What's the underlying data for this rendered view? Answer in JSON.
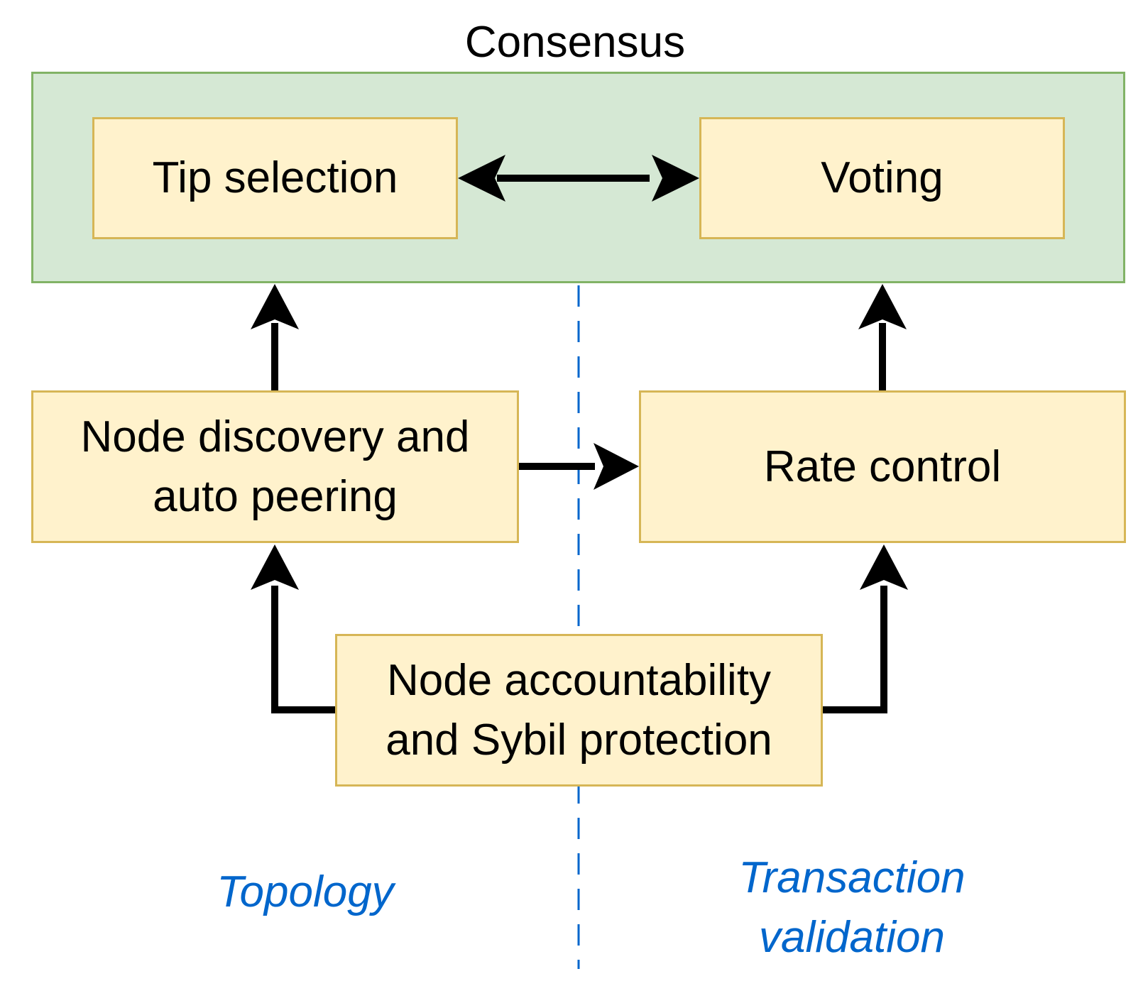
{
  "title": "Consensus",
  "nodes": {
    "tip_selection": "Tip selection",
    "voting": "Voting",
    "node_discovery": [
      "Node discovery and",
      "auto peering"
    ],
    "rate_control": "Rate control",
    "node_accountability": [
      "Node accountability",
      "and Sybil protection"
    ]
  },
  "lanes": {
    "topology": "Topology",
    "transaction_validation": [
      "Transaction",
      "validation"
    ]
  },
  "colors": {
    "group_fill": "#d5e8d4",
    "group_stroke": "#82b366",
    "box_fill": "#fff2cc",
    "box_stroke": "#d6b656",
    "lane_text": "#0066cc",
    "divider": "#0066cc",
    "arrow": "#000000"
  },
  "edges": [
    {
      "from": "tip_selection",
      "to": "voting",
      "bidirectional": true
    },
    {
      "from": "node_discovery",
      "to": "tip_selection"
    },
    {
      "from": "rate_control",
      "to": "voting"
    },
    {
      "from": "node_discovery",
      "to": "rate_control"
    },
    {
      "from": "node_accountability",
      "to": "node_discovery"
    },
    {
      "from": "node_accountability",
      "to": "rate_control"
    }
  ]
}
